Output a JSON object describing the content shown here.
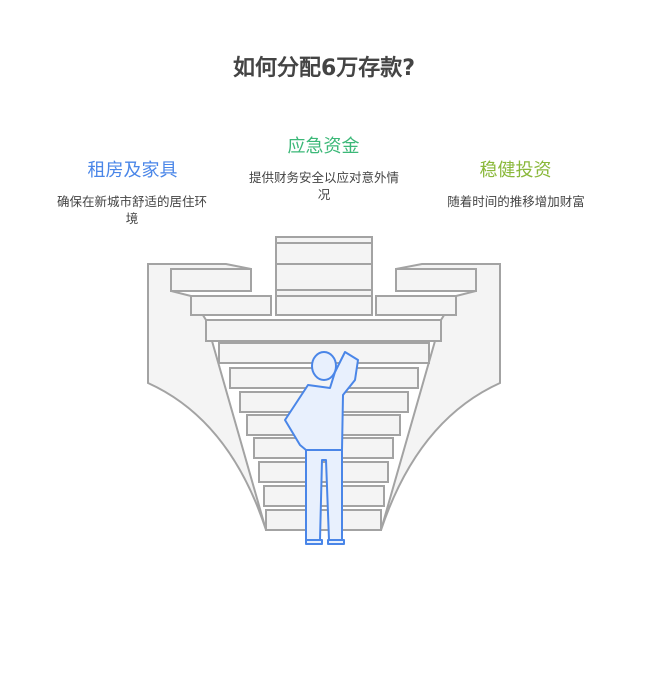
{
  "title": "如何分配6万存款?",
  "sections": [
    {
      "heading": "租房及家具",
      "description": "确保在新城市舒适的居住环境",
      "color": "#4a86e8"
    },
    {
      "heading": "应急资金",
      "description": "提供财务安全以应对意外情况",
      "color": "#3cb878"
    },
    {
      "heading": "稳健投资",
      "description": "随着时间的推移增加财富",
      "color": "#8ab83a"
    }
  ]
}
